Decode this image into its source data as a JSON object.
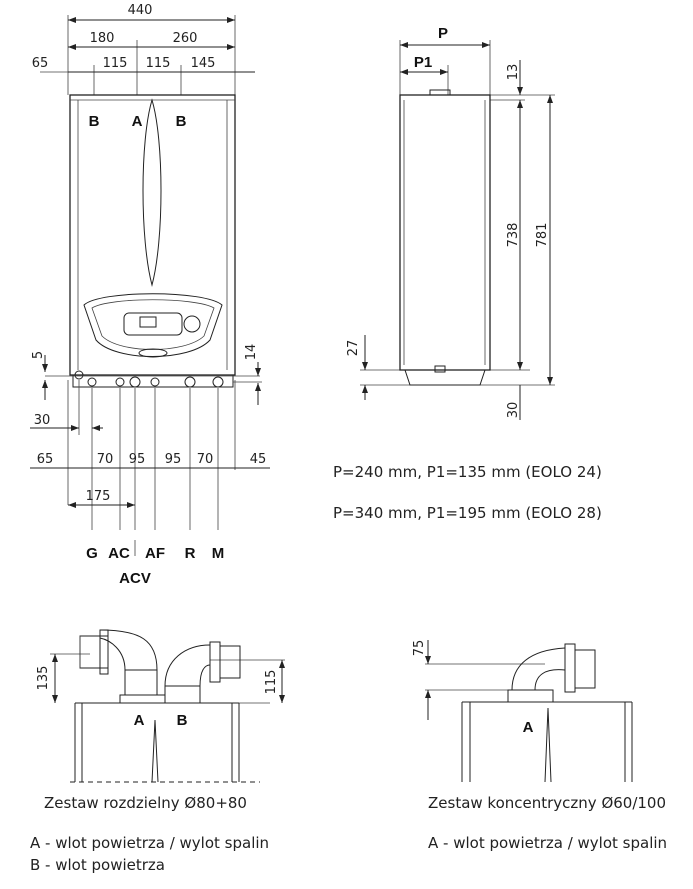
{
  "front_view": {
    "top_dims": {
      "total": "440",
      "left": "180",
      "right": "260",
      "d1": "65",
      "d2": "115",
      "d3": "115",
      "d4": "145"
    },
    "top_labels": [
      "B",
      "A",
      "B"
    ],
    "side_dims": {
      "left": "5",
      "right": "14"
    },
    "bottom_dims": {
      "d30": "30",
      "row": [
        "65",
        "70",
        "95",
        "95",
        "70",
        "45"
      ],
      "d175": "175"
    },
    "connections": [
      "G",
      "AC",
      "AF",
      "R",
      "M"
    ],
    "connection_acv": "ACV"
  },
  "side_view": {
    "dims": {
      "p": "P",
      "p1": "P1",
      "d13": "13",
      "d738": "738",
      "d781": "781",
      "d27": "27",
      "d30": "30"
    },
    "notes": [
      "P=240 mm, P1=135 mm (EOLO 24)",
      "P=340 mm, P1=195 mm (EOLO 28)"
    ]
  },
  "separate_kit": {
    "dims": {
      "d135": "135",
      "d115": "115"
    },
    "labels": [
      "A",
      "B"
    ],
    "title": "Zestaw rozdzielny Ø80+80",
    "legend": [
      "A - wlot powietrza / wylot spalin",
      "B - wlot powietrza"
    ]
  },
  "concentric_kit": {
    "dims": {
      "d75": "75"
    },
    "label": "A",
    "title": "Zestaw koncentryczny Ø60/100",
    "legend": [
      "A - wlot powietrza / wylot spalin"
    ]
  }
}
